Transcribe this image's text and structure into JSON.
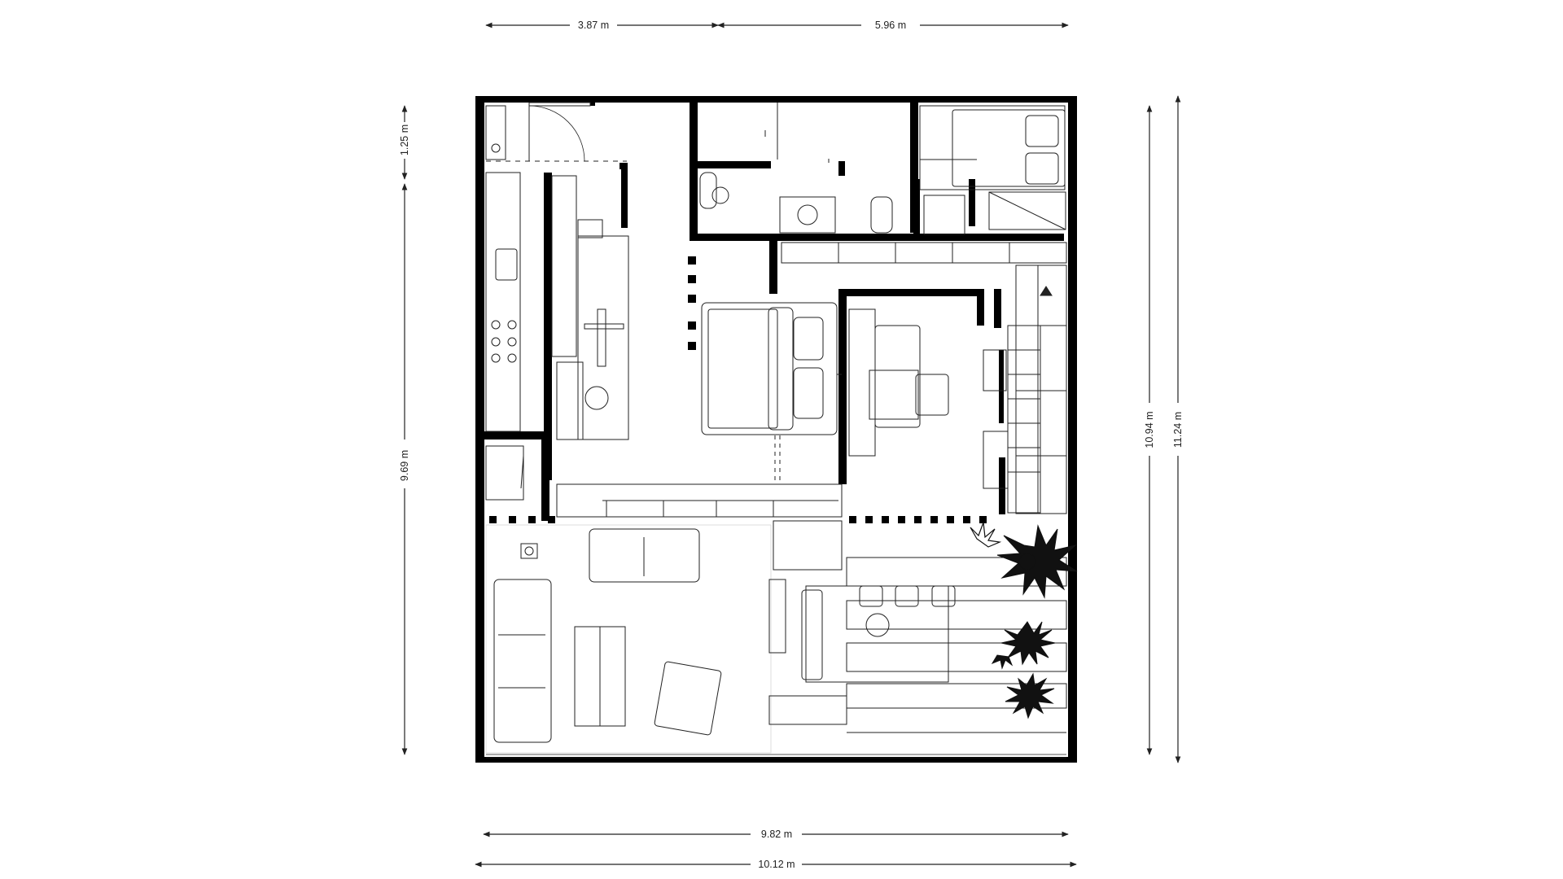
{
  "dimensions": {
    "top_left": "3.87 m",
    "top_right": "5.96 m",
    "left_top": "1.25 m",
    "left_main": "9.69 m",
    "right_inner": "10.94 m",
    "right_outer": "11.24 m",
    "bottom_inner": "9.82 m",
    "bottom_outer": "10.12 m"
  },
  "colors": {
    "wall": "#000000",
    "line": "#222222",
    "plant": "#111111",
    "background": "#ffffff"
  }
}
